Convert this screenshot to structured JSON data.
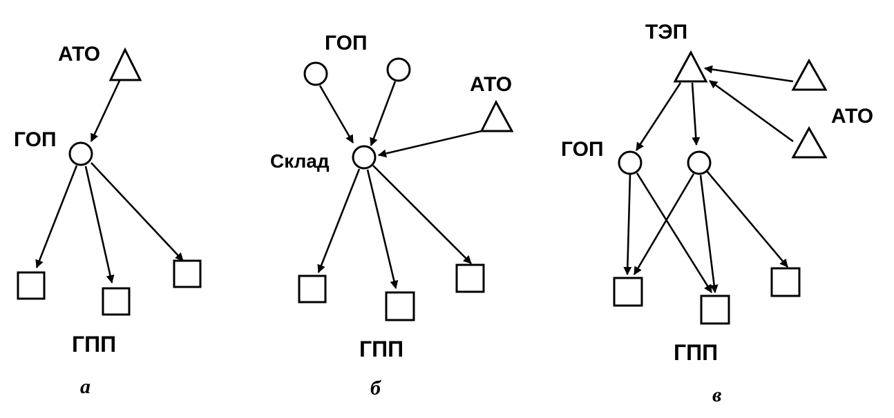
{
  "colors": {
    "ink": "#000000",
    "background": "#ffffff"
  },
  "diagrams": [
    {
      "id": "a",
      "caption": "а",
      "labels": {
        "source": "АТО",
        "hub": "ГОП",
        "sinks": "ГПП"
      }
    },
    {
      "id": "b",
      "caption": "б",
      "labels": {
        "sources": "ГОП",
        "external": "АТО",
        "hub": "Склад",
        "sinks": "ГПП"
      }
    },
    {
      "id": "v",
      "caption": "в",
      "labels": {
        "top": "ТЭП",
        "external": "АТО",
        "hubs": "ГОП",
        "sinks": "ГПП"
      }
    }
  ]
}
